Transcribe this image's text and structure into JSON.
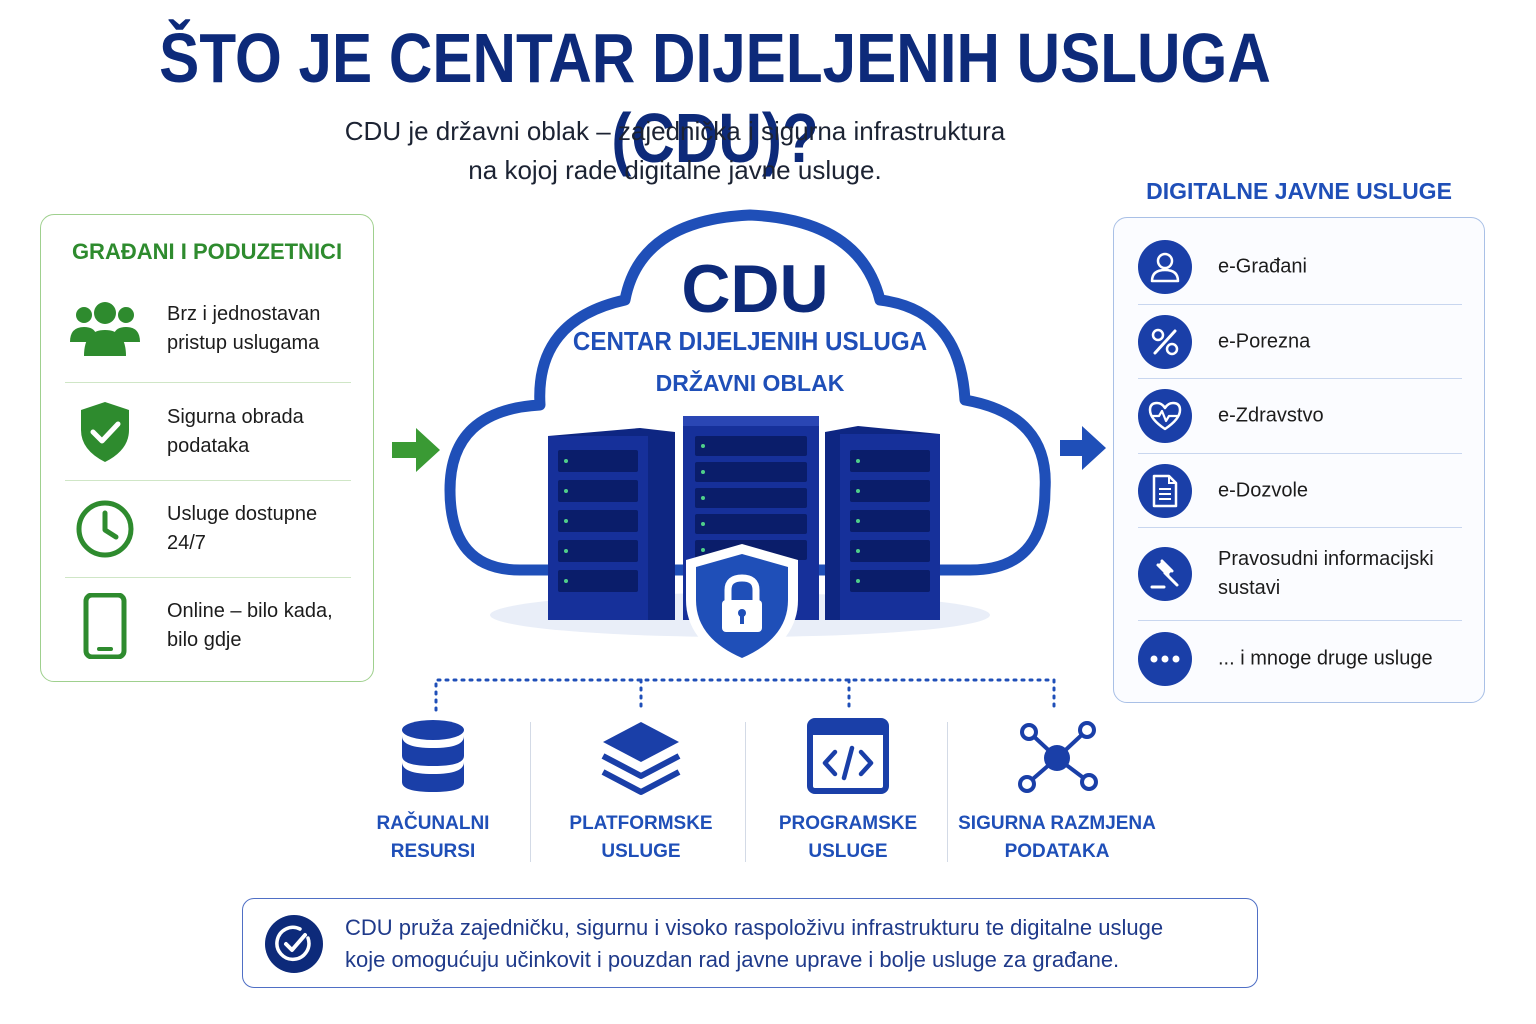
{
  "title": "ŠTO JE CENTAR DIJELJENIH USLUGA (CDU)?",
  "subtitle": {
    "line1": "CDU je državni oblak – zajednička i sigurna infrastruktura",
    "line2": "na kojoj rade digitalne javne usluge."
  },
  "left_panel": {
    "title": "GRAĐANI I PODUZETNICI",
    "items": [
      {
        "icon": "people-icon",
        "line1": "Brz i jednostavan",
        "line2": "pristup uslugama"
      },
      {
        "icon": "shield-check-icon",
        "line1": "Sigurna obrada",
        "line2": "podataka"
      },
      {
        "icon": "clock-icon",
        "line1": "Usluge dostupne",
        "line2": "24/7"
      },
      {
        "icon": "smartphone-icon",
        "line1": "Online – bilo kada,",
        "line2": "bilo gdje"
      }
    ]
  },
  "cloud": {
    "abbr": "CDU",
    "name": "CENTAR DIJELJENIH USLUGA",
    "sub": "DRŽAVNI OBLAK"
  },
  "right_panel": {
    "heading": "DIGITALNE JAVNE USLUGE",
    "items": [
      {
        "icon": "user-icon",
        "line1": "e-Građani",
        "line2": ""
      },
      {
        "icon": "percent-icon",
        "line1": "e-Porezna",
        "line2": ""
      },
      {
        "icon": "heart-pulse-icon",
        "line1": "e-Zdravstvo",
        "line2": ""
      },
      {
        "icon": "document-icon",
        "line1": "e-Dozvole",
        "line2": ""
      },
      {
        "icon": "gavel-icon",
        "line1": "Pravosudni informacijski",
        "line2": "sustavi"
      },
      {
        "icon": "more-icon",
        "line1": "... i mnoge druge usluge",
        "line2": ""
      }
    ]
  },
  "categories": [
    {
      "icon": "database-icon",
      "line1": "RAČUNALNI",
      "line2": "RESURSI"
    },
    {
      "icon": "layers-icon",
      "line1": "PLATFORMSKE",
      "line2": "USLUGE"
    },
    {
      "icon": "code-window-icon",
      "line1": "PROGRAMSKE",
      "line2": "USLUGE"
    },
    {
      "icon": "network-icon",
      "line1": "SIGURNA RAZMJENA",
      "line2": "PODATAKA"
    }
  ],
  "footer": {
    "line1": "CDU pruža zajedničku, sigurnu i visoko raspoloživu infrastrukturu te digitalne usluge",
    "line2": "koje omogućuju učinkovit i pouzdan rad javne uprave i bolje usluge za građane."
  },
  "colors": {
    "navy": "#0d2a7a",
    "blue": "#1f4fb8",
    "green": "#2e8b2e",
    "server": "#16309a"
  }
}
